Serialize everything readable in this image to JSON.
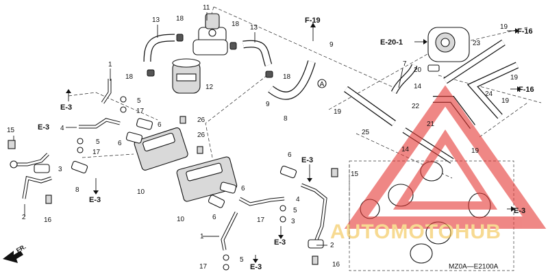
{
  "labels": {
    "n1a": "1",
    "n1b": "1",
    "n2a": "2",
    "n2b": "2",
    "n3a": "3",
    "n3b": "3",
    "n4a": "4",
    "n4b": "4",
    "n5a": "5",
    "n5b": "5",
    "n5c": "5",
    "n5d": "5",
    "n6a": "6",
    "n6b": "6",
    "n6c": "6",
    "n6d": "6",
    "n6e": "6",
    "n7": "7",
    "n8a": "8",
    "n8b": "8",
    "n9a": "9",
    "n9b": "9",
    "n10a": "10",
    "n10b": "10",
    "n11": "11",
    "n12": "12",
    "n13a": "13",
    "n13b": "13",
    "n14a": "14",
    "n14b": "14",
    "n15a": "15",
    "n15b": "15",
    "n16a": "16",
    "n16b": "16",
    "n17a": "17",
    "n17b": "17",
    "n17c": "17",
    "n17d": "17",
    "n18a": "18",
    "n18b": "18",
    "n18c": "18",
    "n18d": "18",
    "n19a": "19",
    "n19b": "19",
    "n19c": "19",
    "n19d": "19",
    "n19e": "19",
    "n20": "20",
    "n21": "21",
    "n22": "22",
    "n23": "23",
    "n24": "24",
    "n25": "25",
    "n26a": "26",
    "n26b": "26"
  },
  "refs": {
    "e3a": "E-3",
    "e3b": "E-3",
    "e3c": "E-3",
    "e3d": "E-3",
    "e3e": "E-3",
    "e3f": "E-3",
    "e3g": "E-3",
    "f19": "F-19",
    "f16a": "F-16",
    "f16b": "F-16",
    "e201": "E-20-1"
  },
  "callout_a": "A",
  "front_label": "FR.",
  "diagram_code": "MZ0A—E2100A",
  "watermark": {
    "text": "AUTOMOTOHUB",
    "accent": "#e53935",
    "gold": "#f2c24a"
  }
}
